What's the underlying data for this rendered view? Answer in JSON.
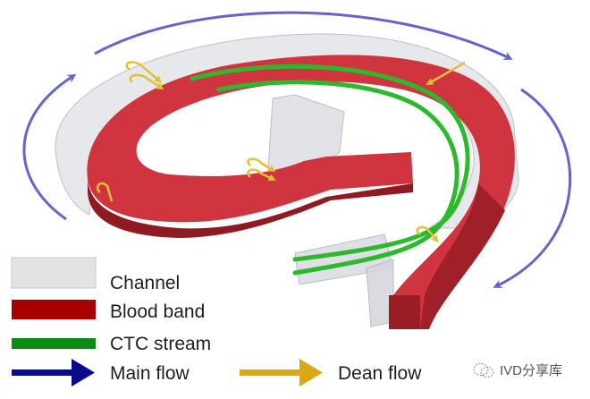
{
  "figure": {
    "description": "3D spiral microchannel with blood band, CTC streams, main flow and Dean flow arrows",
    "colors": {
      "channel": "#e6e6e6",
      "channel_edge": "#b9b9c2",
      "blood_band": "#d0343f",
      "blood_band_dark": "#8f1a22",
      "ctc_stream": "#2eb82e",
      "main_flow_arrow": "#6a6ad0",
      "dean_flow_arrow": "#e3c63a"
    }
  },
  "legend": {
    "items": [
      {
        "key": "channel",
        "label": "Channel",
        "color": "#e3e3e3"
      },
      {
        "key": "blood_band",
        "label": "Blood band",
        "color": "#a80000"
      },
      {
        "key": "ctc_stream",
        "label": "CTC stream",
        "color": "#0b8a16"
      },
      {
        "key": "main_flow",
        "label": "Main flow",
        "color": "#0a0a8c"
      },
      {
        "key": "dean_flow",
        "label": "Dean flow",
        "color": "#d9a814"
      }
    ]
  },
  "watermark": {
    "text": "IVD分享库",
    "icon": "wechat-icon"
  }
}
